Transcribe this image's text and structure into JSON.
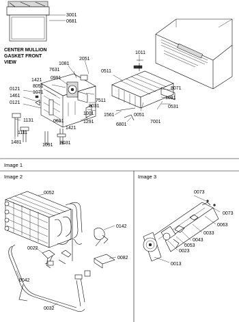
{
  "top_view": {
    "caption_line1": "CENTER MULLION",
    "caption_line2": "GASKET FRONT",
    "caption_line3": "VIEW",
    "callouts": [
      "3001",
      "0681"
    ]
  },
  "main_callouts": [
    "1011",
    "2051",
    "1081",
    "0511",
    "7631",
    "0991",
    "1421",
    "8051",
    "1071",
    "0121",
    "1461",
    "0121",
    "8071",
    "1081",
    "7511",
    "8031",
    "1001",
    "0051",
    "0531",
    "1291",
    "1561",
    "7001",
    "1421",
    "6801",
    "1131",
    "1111",
    "0691",
    "1481",
    "1091",
    "8031"
  ],
  "image1": {
    "title": "Image 1"
  },
  "image2": {
    "title": "Image 2",
    "callouts": [
      "0052",
      "0142",
      "0022",
      "0082",
      "0042",
      "0032"
    ]
  },
  "image3": {
    "title": "Image 3",
    "callouts": [
      "0073",
      "0073",
      "0063",
      "0033",
      "0043",
      "0053",
      "0023",
      "0013"
    ]
  }
}
